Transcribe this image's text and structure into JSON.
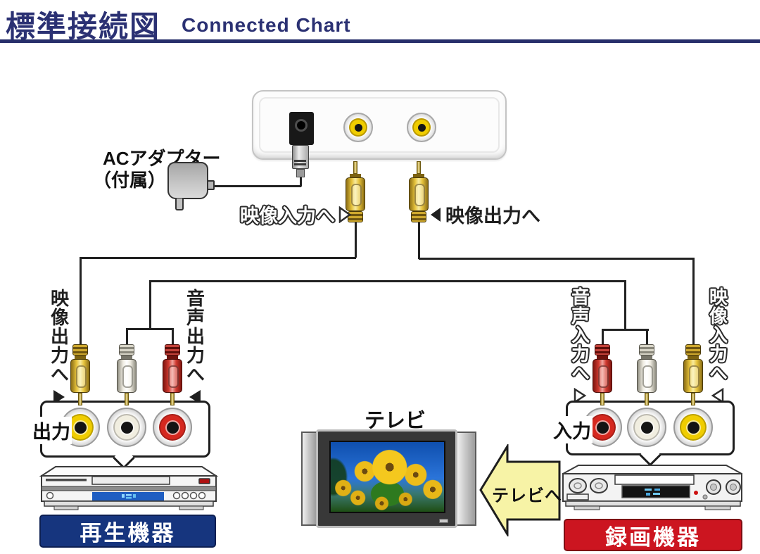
{
  "header": {
    "title_ja": "標準接続図",
    "title_en": "Connected Chart"
  },
  "adapter": {
    "line1": "ACアダプター",
    "line2": "（付属）"
  },
  "box_labels": {
    "video_in": "映像入力へ",
    "video_out": "映像出力へ"
  },
  "player": {
    "video_out": "映像出力へ",
    "audio_out": "音声出力へ",
    "port_label": "出力",
    "name": "再生機器"
  },
  "recorder": {
    "audio_in": "音声入力へ",
    "video_in": "映像入力へ",
    "port_label": "入力",
    "name": "録画機器"
  },
  "tv": {
    "name": "テレビ",
    "arrow": "テレビへ"
  },
  "icons": {
    "triangle_filled_right": "▶",
    "triangle_filled_left": "◀",
    "triangle_outline_right": "▷",
    "triangle_outline_left": "◁"
  },
  "colors": {
    "title_navy": "#2b3173",
    "rule_navy": "#272f6b",
    "player_tag_bg": "#16357e",
    "recorder_tag_bg": "#cc1520",
    "arrow_yellow": "#f7f3a6",
    "rca_yellow": "#e6c23c",
    "rca_white": "#efece1",
    "rca_red": "#cf3a30",
    "jack_yellow": "#f0cd00",
    "jack_white": "#f1eee0",
    "jack_red": "#d5281f"
  }
}
